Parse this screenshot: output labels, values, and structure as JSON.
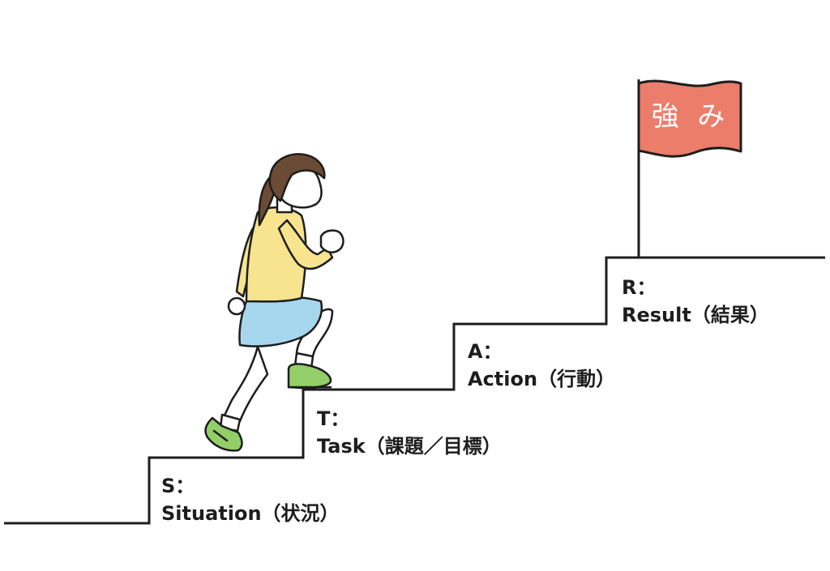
{
  "steps": [
    {
      "letter": "S：",
      "name": "Situation（状況）"
    },
    {
      "letter": "T：",
      "name": "Task（課題／目標）"
    },
    {
      "letter": "A：",
      "name": "Action（行動）"
    },
    {
      "letter": "R：",
      "name": "Result（結果）"
    }
  ],
  "flag": {
    "label": "強 み",
    "color": "#ec7d6b"
  },
  "colors": {
    "line": "#1d1d1d",
    "shirt": "#f8e48f",
    "skirt": "#a7d7ef",
    "shoes": "#93cf69",
    "hair": "#6b4b35",
    "skin": "#ffffff"
  },
  "icons": {
    "figure": "girl-climbing-stairs-icon",
    "goal": "flag-icon"
  }
}
